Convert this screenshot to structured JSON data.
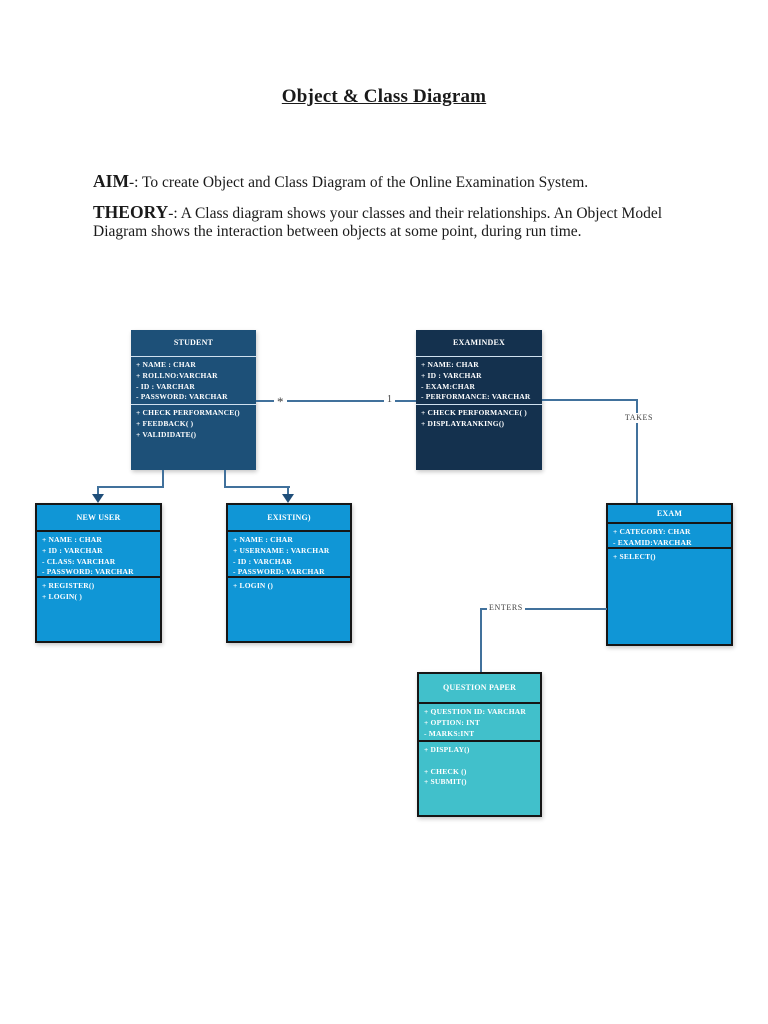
{
  "page": {
    "title": "Object & Class Diagram",
    "aim_label": "AIM",
    "aim_sep": "-:",
    "aim_text": "To create Object and Class Diagram of the Online Examination System.",
    "theory_label": "THEORY",
    "theory_sep": "-:",
    "theory_text": "A Class diagram shows your classes and their relationships. An Object Model Diagram shows the interaction between objects at some point, during run time."
  },
  "colors": {
    "student_fill": "#1d5078",
    "examindex_fill": "#14314e",
    "user_exam_fill": "#1096d6",
    "question_paper_fill": "#41c0cb",
    "connector": "#41719c",
    "arrow": "#1f4e79"
  },
  "diagram": {
    "labels": {
      "many": "*",
      "one": "1",
      "takes": "TAKES",
      "enters": "ENTERS"
    },
    "classes": {
      "student": {
        "name": "STUDENT",
        "attributes": [
          "+ NAME : CHAR",
          "+ ROLLNO:VARCHAR",
          "- ID : VARCHAR",
          "- PASSWORD: VARCHAR"
        ],
        "methods": [
          "+ CHECK PERFORMANCE()",
          "+ FEEDBACK( )",
          "+ VALIDIDATE()"
        ]
      },
      "examindex": {
        "name": "EXAMINDEX",
        "attributes": [
          "+ NAME: CHAR",
          "+ ID : VARCHAR",
          "- EXAM:CHAR",
          "- PERFORMANCE: VARCHAR"
        ],
        "methods": [
          "+ CHECK PERFORMANCE( )",
          "+ DISPLAYRANKING()"
        ]
      },
      "new_user": {
        "name": "NEW USER",
        "attributes": [
          "+ NAME : CHAR",
          "+ ID : VARCHAR",
          "- CLASS: VARCHAR",
          "- PASSWORD: VARCHAR"
        ],
        "methods": [
          "+ REGISTER()",
          "+ LOGIN( )"
        ]
      },
      "existing": {
        "name": "EXISTING)",
        "attributes": [
          "+ NAME : CHAR",
          "+ USERNAME : VARCHAR",
          "- ID : VARCHAR",
          "- PASSWORD: VARCHAR"
        ],
        "methods": [
          "+ LOGIN ()"
        ]
      },
      "exam": {
        "name": "EXAM",
        "attributes": [
          "+ CATEGORY: CHAR",
          "- EXAMID:VARCHAR"
        ],
        "methods": [
          "+ SELECT()"
        ]
      },
      "question_paper": {
        "name": "QUESTION PAPER",
        "attributes": [
          "+ QUESTION ID: VARCHAR",
          "+ OPTION: INT",
          "- MARKS:INT"
        ],
        "methods": [
          "+ DISPLAY()",
          "",
          "+ CHECK ()",
          "+ SUBMIT()"
        ]
      }
    }
  }
}
